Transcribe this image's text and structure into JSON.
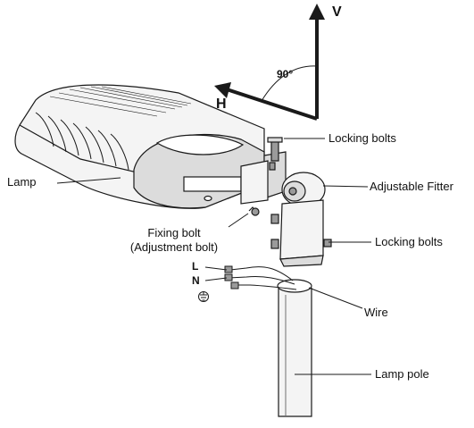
{
  "axes": {
    "vertical": "V",
    "horizontal": "H",
    "angle": "90°"
  },
  "labels": {
    "lamp": "Lamp",
    "locking_bolts_top": "Locking bolts",
    "adjustable_fitter": "Adjustable Fitter",
    "fixing_bolt_line1": "Fixing bolt",
    "fixing_bolt_line2": "(Adjustment bolt)",
    "locking_bolts_side": "Locking bolts",
    "wire": "Wire",
    "lamp_pole": "Lamp pole"
  },
  "wires": {
    "live": "L",
    "neutral": "N",
    "ground": "⏚"
  },
  "colors": {
    "line": "#1a1a1a",
    "fill_light": "#f4f4f4",
    "fill_mid": "#dcdcdc",
    "fill_dark": "#9a9a9a"
  }
}
